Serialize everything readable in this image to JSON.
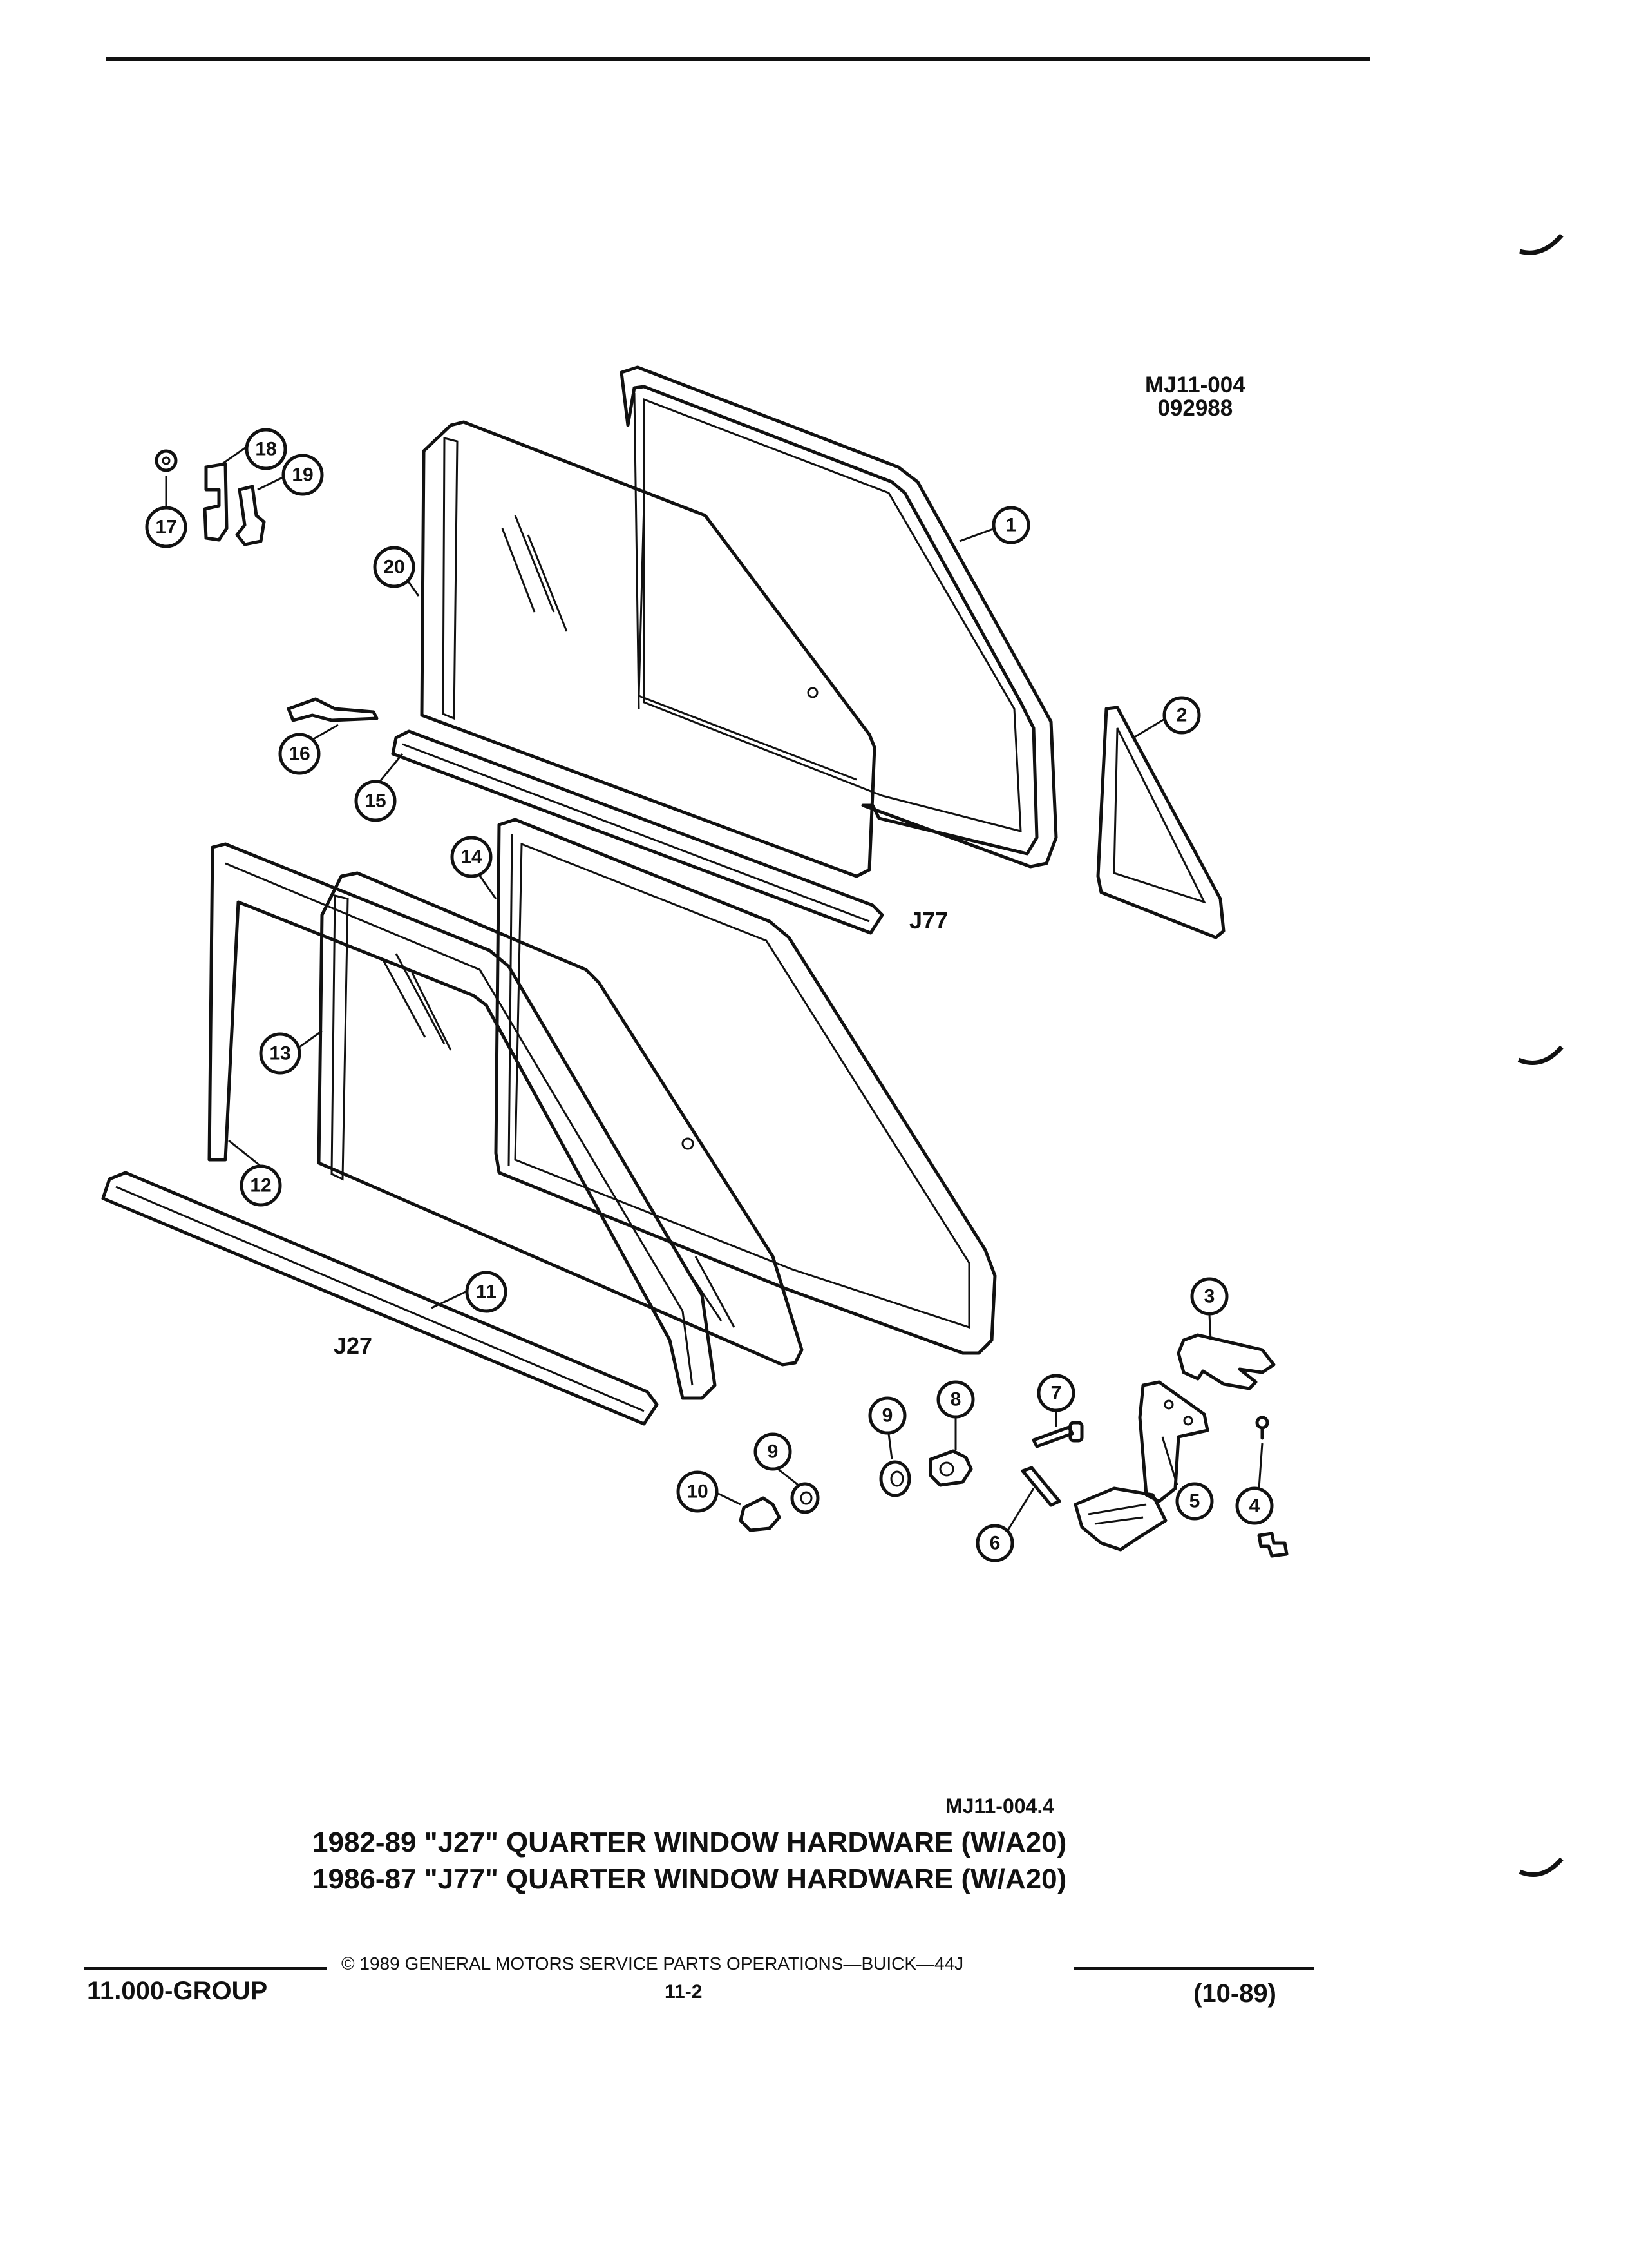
{
  "document": {
    "ref_code_line1": "MJ11-004",
    "ref_code_line2": "092988",
    "label_j77": "J77",
    "label_j27": "J27",
    "figure_id": "MJ11-004.4",
    "title_line1": "1982-89 \"J27\" QUARTER WINDOW HARDWARE (W/A20)",
    "title_line2": "1986-87 \"J77\" QUARTER WINDOW HARDWARE (W/A20)",
    "copyright": "© 1989 GENERAL MOTORS SERVICE PARTS OPERATIONS—BUICK—44J",
    "group": "11.000-GROUP",
    "page_number": "11-2",
    "revision": "(10-89)"
  },
  "callouts": [
    "1",
    "2",
    "3",
    "4",
    "5",
    "6",
    "7",
    "8",
    "9",
    "9",
    "10",
    "11",
    "12",
    "13",
    "14",
    "15",
    "16",
    "17",
    "18",
    "19",
    "20"
  ]
}
